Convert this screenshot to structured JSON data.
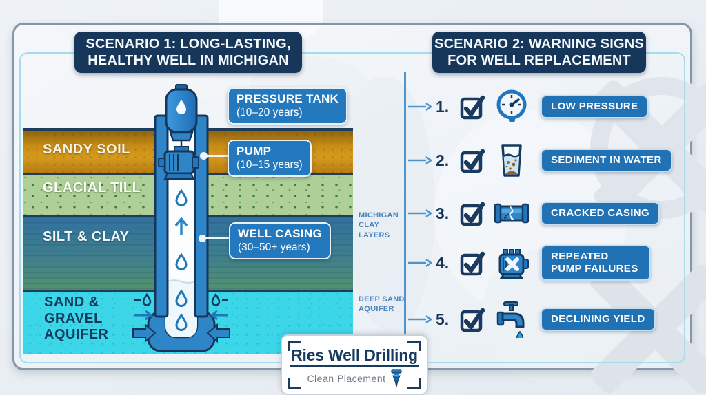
{
  "colors": {
    "navy": "#16365A",
    "label_blue": "#2478BD",
    "item_blue": "#2171B5",
    "accent_line_blue": "#4F94CA",
    "aquifer_cyan": "#3CD6E9",
    "sandy_soil": "#C78C15",
    "glacial_till": "#AECF97",
    "silt_clay_top": "#32719F",
    "silt_clay_bottom": "#55926E",
    "frame_cyan": "#A6DBEB",
    "watermark_gray": "#DFE5EB"
  },
  "scenario1": {
    "title_line1": "SCENARIO 1: LONG-LASTING,",
    "title_line2": "HEALTHY WELL IN MICHIGAN",
    "layers": {
      "sandy": "SANDY SOIL",
      "till": "GLACIAL TILL",
      "silt": "SILT & CLAY",
      "aquifer": "SAND & GRAVEL AQUIFER"
    },
    "callouts": [
      {
        "title": "PRESSURE TANK",
        "years": "(10–20 years)"
      },
      {
        "title": "PUMP",
        "years": "(10–15 years)"
      },
      {
        "title": "WELL CASING",
        "years": "(30–50+ years)"
      }
    ]
  },
  "middle_labels": {
    "clay": "MICHIGAN CLAY LAYERS",
    "deep_aquifer": "DEEP SAND AQUIFER"
  },
  "scenario2": {
    "title_line1": "SCENARIO 2: WARNING SIGNS",
    "title_line2": "FOR WELL REPLACEMENT",
    "items": [
      {
        "number": "1.",
        "label": "LOW PRESSURE",
        "icon": "pressure-gauge-icon"
      },
      {
        "number": "2.",
        "label": "SEDIMENT IN WATER",
        "icon": "water-glass-sediment-icon"
      },
      {
        "number": "3.",
        "label": "CRACKED CASING",
        "icon": "cracked-pipe-icon"
      },
      {
        "number": "4.",
        "label": "REPEATED PUMP FAILURES",
        "icon": "pump-x-icon"
      },
      {
        "number": "5.",
        "label": "DECLINING YIELD",
        "icon": "faucet-drip-icon"
      }
    ]
  },
  "logo": {
    "name": "Ries Well Drilling",
    "tagline": "Clean Placement"
  }
}
